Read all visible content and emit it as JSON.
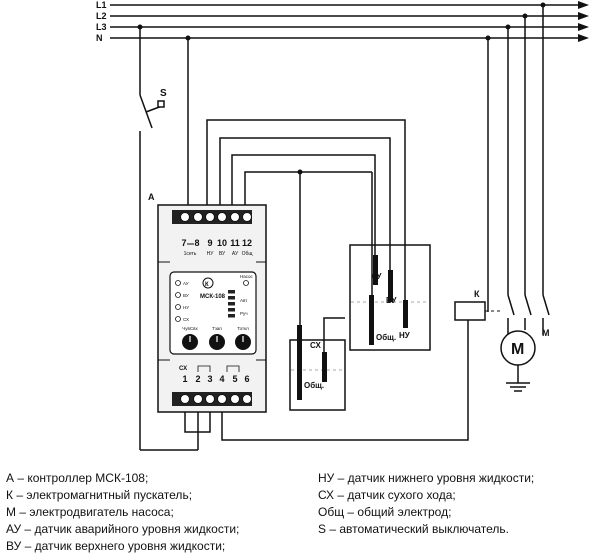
{
  "phase_labels": [
    "L1",
    "L2",
    "L3",
    "N"
  ],
  "switch_label": "S",
  "controller_label": "A",
  "contactor_label": "К",
  "motor_label": "М",
  "motor_symbol": "M",
  "device": {
    "logo_text": "МСК-108",
    "terminals_top": [
      "7",
      "8",
      "9",
      "10",
      "11",
      "12"
    ],
    "top_labels": [
      "1сеть",
      "НУ",
      "ВУ",
      "АУ",
      "Общ"
    ],
    "terminals_bottom": [
      "1",
      "2",
      "3",
      "4",
      "5",
      "6"
    ],
    "bottom_label": "СХ",
    "led_left": [
      "АУ",
      "ВУ",
      "НУ",
      "СХ"
    ],
    "led_right": [
      "Насос"
    ],
    "mode_labels": [
      "Авт",
      "Руч"
    ],
    "knob_labels": [
      "ЧувСвх",
      "Тзап",
      "Тоткл"
    ]
  },
  "tank_upper": {
    "sensors": [
      "АУ",
      "ВУ",
      "НУ",
      "Общ."
    ]
  },
  "tank_lower": {
    "sensors": [
      "СХ",
      "Общ."
    ]
  },
  "legend_left": [
    "А – контроллер МСК-108;",
    "К – электромагнитный пускатель;",
    "М – электродвигатель насоса;",
    "АУ – датчик аварийного уровня жидкости;",
    "ВУ – датчик верхнего уровня жидкости;"
  ],
  "legend_right": [
    "НУ – датчик нижнего уровня жидкости;",
    "СХ – датчик сухого хода;",
    "Общ – общий электрод;",
    "S – автоматический выключатель."
  ],
  "colors": {
    "line": "#111111",
    "device_fill": "#f2f2f2",
    "panel_fill": "#ffffff"
  }
}
